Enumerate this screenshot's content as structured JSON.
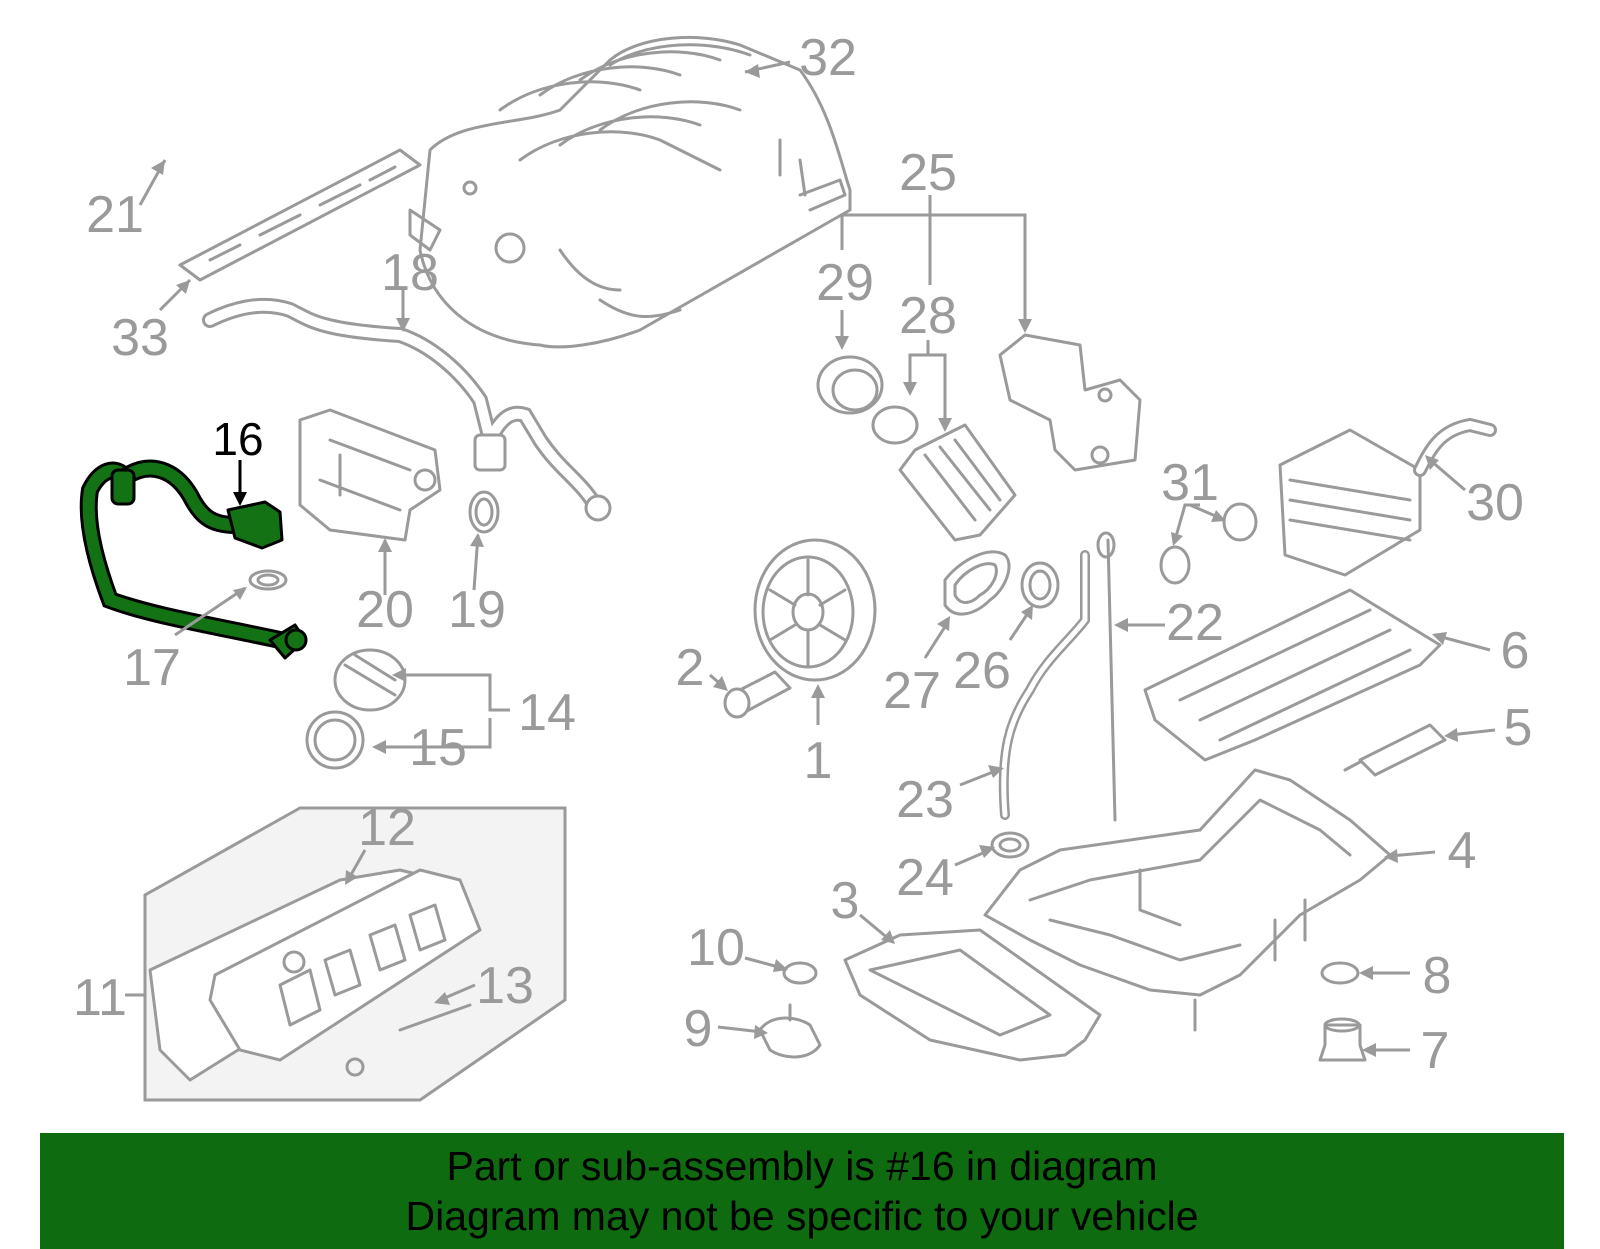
{
  "colors": {
    "part_gray": "#9a9a9a",
    "highlight_green": "#127214",
    "banner_green": "#0f6b0f"
  },
  "callouts": {
    "c1": "1",
    "c2": "2",
    "c3": "3",
    "c4": "4",
    "c5": "5",
    "c6": "6",
    "c7": "7",
    "c8": "8",
    "c9": "9",
    "c10": "10",
    "c11": "11",
    "c12": "12",
    "c13": "13",
    "c14": "14",
    "c15": "15",
    "c16": "16",
    "c17": "17",
    "c18": "18",
    "c19": "19",
    "c20": "20",
    "c21": "21",
    "c22": "22",
    "c23": "23",
    "c24": "24",
    "c25": "25",
    "c26": "26",
    "c27": "27",
    "c28": "28",
    "c29": "29",
    "c30": "30",
    "c31": "31",
    "c32": "32",
    "c33": "33"
  },
  "highlighted_part": "16",
  "banner": {
    "line1": "Part or sub-assembly is #16 in diagram",
    "line2": "Diagram may not be specific to your vehicle"
  }
}
